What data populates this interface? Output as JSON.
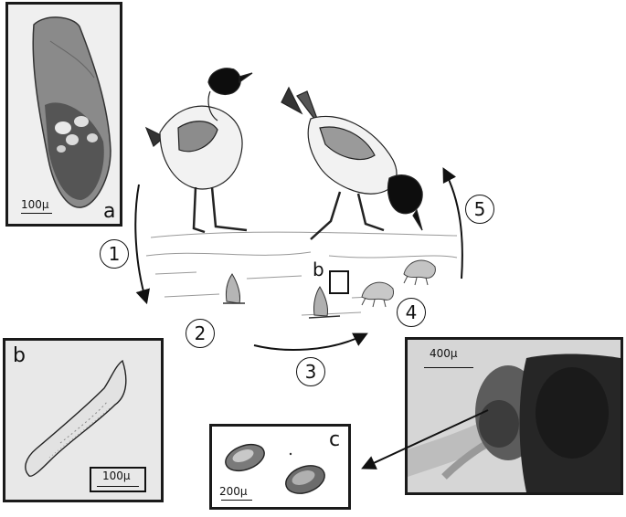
{
  "panels": {
    "a": {
      "letter": "a",
      "scale": "100μ"
    },
    "b": {
      "letter": "b",
      "scale": "100μ"
    },
    "c": {
      "letter": "c",
      "scale": "200μ"
    },
    "d": {
      "scale": "400μ"
    }
  },
  "scene": {
    "marker_label": "b"
  },
  "steps": [
    "1",
    "2",
    "3",
    "4",
    "5"
  ],
  "colors": {
    "ink": "#111111",
    "panel_border": "#1a1a1a",
    "bird_head": "#0d0d0d"
  }
}
